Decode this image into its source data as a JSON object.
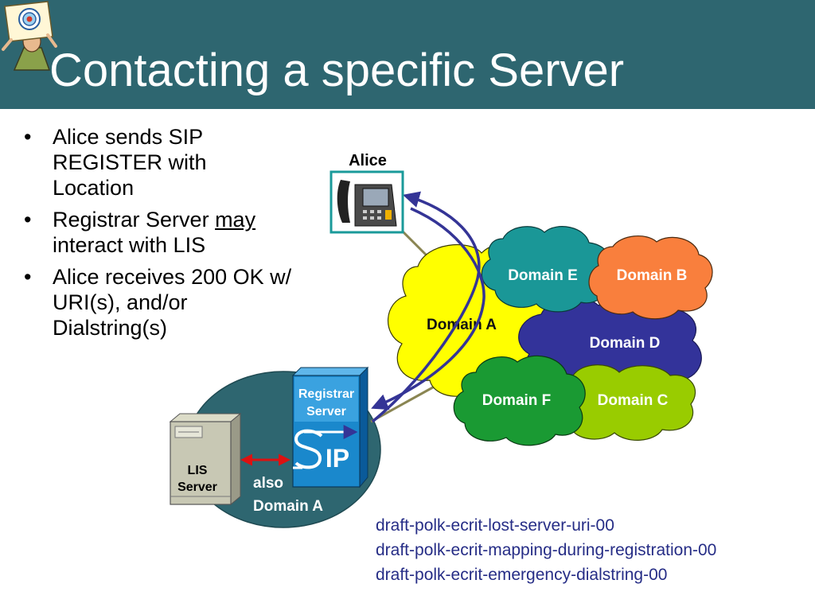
{
  "title": "Contacting a specific Server",
  "bullets": [
    {
      "text": "Alice sends SIP REGISTER with Location"
    },
    {
      "pre": "Registrar Server ",
      "underlined": "may",
      "post": " interact with LIS"
    },
    {
      "text": "Alice receives 200 OK w/ URI(s), and/or Dialstring(s)"
    }
  ],
  "diagram": {
    "alice_label": "Alice",
    "domains": {
      "a": "Domain A",
      "b": "Domain B",
      "c": "Domain C",
      "d": "Domain D",
      "e": "Domain E",
      "f": "Domain F"
    },
    "registrar_label_1": "Registrar",
    "registrar_label_2": "Server",
    "sip_text": "IP",
    "lis_label_1": "LIS",
    "lis_label_2": "Server",
    "also_label_1": "also",
    "also_label_2": "Domain A"
  },
  "drafts": [
    "draft-polk-ecrit-lost-server-uri-00",
    "draft-polk-ecrit-mapping-during-registration-00",
    "draft-polk-ecrit-emergency-dialstring-00"
  ],
  "colors": {
    "title_bar": "#2e6670",
    "domain_a": "#ffff00",
    "domain_b": "#f97f3d",
    "domain_c": "#99cc00",
    "domain_d": "#33339a",
    "domain_e": "#1a9797",
    "domain_f": "#1a9a33",
    "registrar": "#1a88cc",
    "arrows": "#343496",
    "drafts_text": "#262d86"
  }
}
